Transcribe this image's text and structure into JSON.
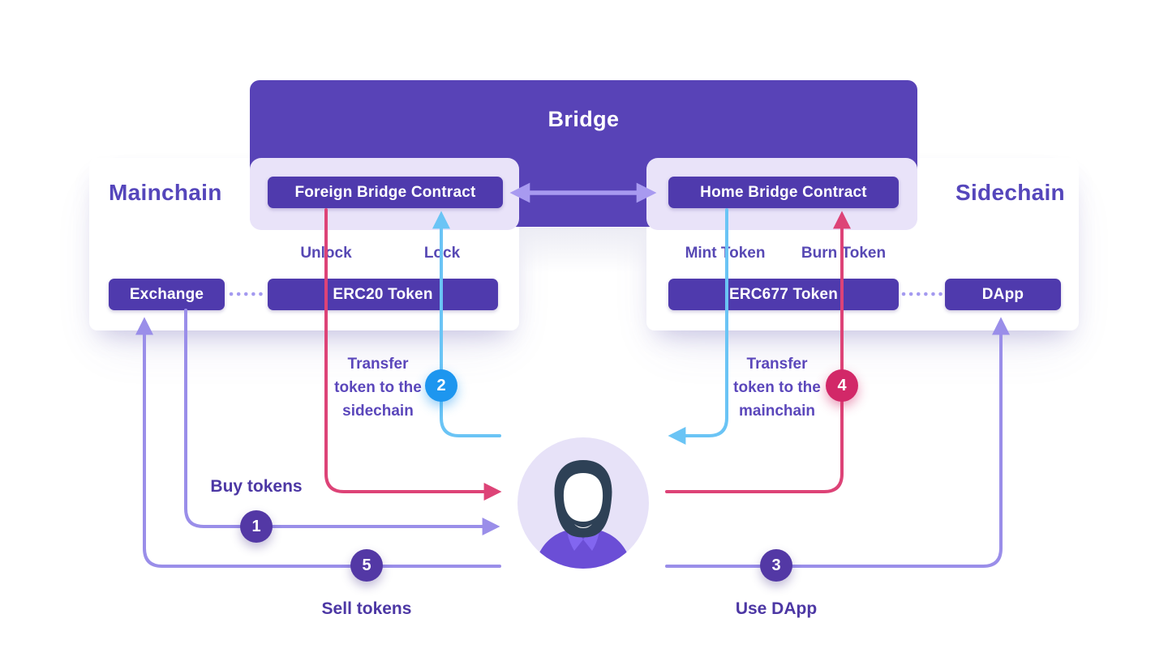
{
  "bridge": {
    "title": "Bridge",
    "foreign_contract": "Foreign Bridge Contract",
    "home_contract": "Home Bridge Contract"
  },
  "mainchain": {
    "title": "Mainchain",
    "exchange": "Exchange",
    "token": "ERC20 Token",
    "unlock_label": "Unlock",
    "lock_label": "Lock"
  },
  "sidechain": {
    "title": "Sidechain",
    "dapp": "DApp",
    "token": "ERC677 Token",
    "mint_label": "Mint Token",
    "burn_label": "Burn Token"
  },
  "flows": {
    "transfer_sidechain": {
      "line1": "Transfer",
      "line2": "token to the",
      "line3": "sidechain",
      "step": "2"
    },
    "transfer_mainchain": {
      "line1": "Transfer",
      "line2": "token to the",
      "line3": "mainchain",
      "step": "4"
    },
    "buy_tokens": {
      "label": "Buy tokens",
      "step": "1"
    },
    "sell_tokens": {
      "label": "Sell tokens",
      "step": "5"
    },
    "use_dapp": {
      "label": "Use DApp",
      "step": "3"
    }
  },
  "colors": {
    "bridge_purple": "#5843b7",
    "node_purple": "#4f3aad",
    "lavender_panel": "#e9e3f9",
    "pink_line": "#dd4377",
    "cyan_line": "#6ac4f5",
    "purple_line": "#9a8ee9",
    "double_arrow": "#a89af0",
    "step_blue": "#1d96ef",
    "step_pink": "#d22868",
    "step_purple": "#5338a5",
    "text_purple": "#5546bb"
  }
}
